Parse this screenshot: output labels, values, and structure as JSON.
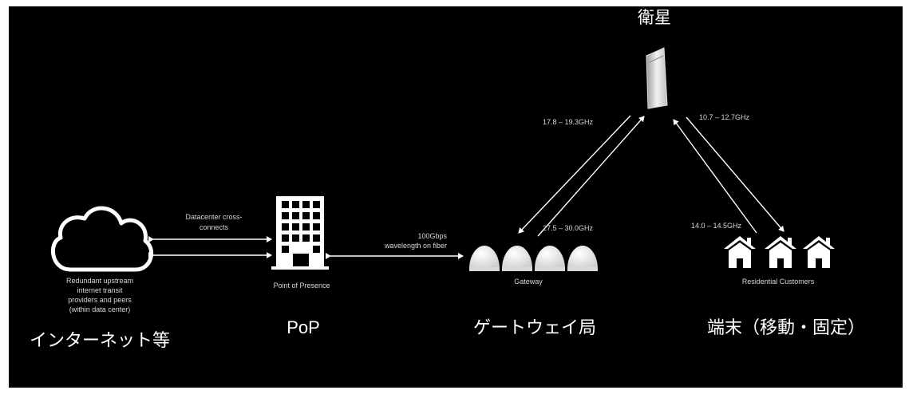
{
  "satellite": {
    "label": "衛星",
    "icon": "satellite-icon"
  },
  "links": {
    "gateway_down": "17.8 – 19.3GHz",
    "gateway_up": "27.5 – 30.0GHz",
    "user_down": "10.7 – 12.7GHz",
    "user_up": "14.0 – 14.5GHz",
    "datacenter": [
      "Datacenter cross-",
      "connects"
    ],
    "fiber": [
      "100Gbps",
      "wavelength on fiber"
    ]
  },
  "nodes": {
    "internet": {
      "icon": "cloud-icon",
      "caption": [
        "Redundant upstream",
        "internet transit",
        "providers and peers",
        "(within data center)"
      ],
      "label": "インターネット等"
    },
    "pop": {
      "icon": "building-icon",
      "caption": "Point of Presence",
      "label": "PoP"
    },
    "gateway": {
      "icon": "antenna-dome-icon",
      "caption": "Gateway",
      "label": "ゲートウェイ局"
    },
    "terminals": {
      "icon": "house-icon",
      "caption": "Residential Customers",
      "label": "端末（移動・固定）"
    }
  },
  "colors": {
    "background": "#000000",
    "foreground": "#ffffff",
    "frame": "#ffffff"
  }
}
